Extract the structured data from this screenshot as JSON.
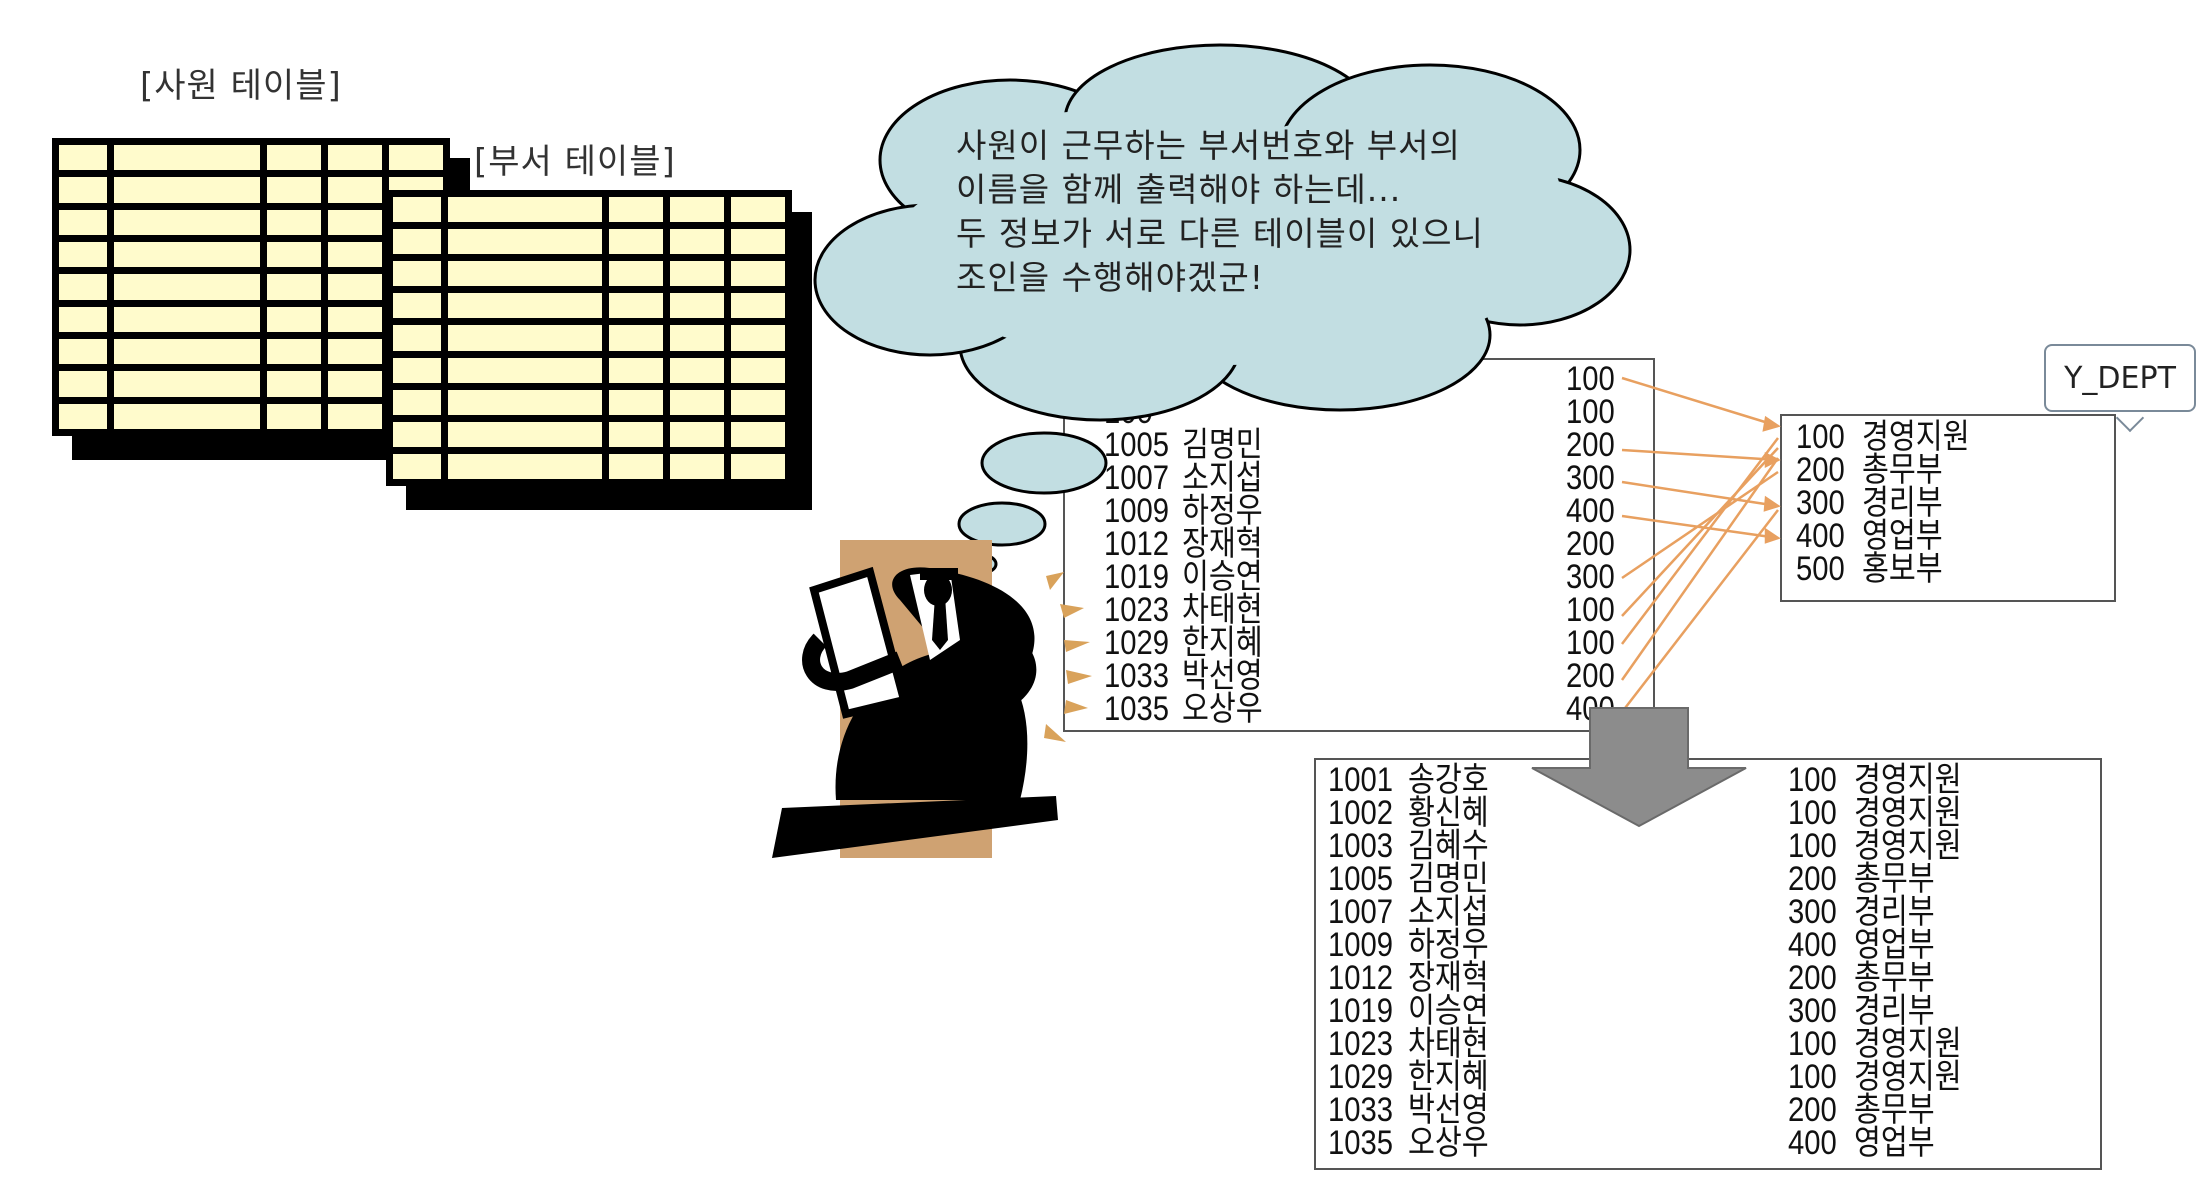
{
  "labels": {
    "employee_table": "[사원 테이블]",
    "department_table": "[부서 테이블]"
  },
  "thought": {
    "lines": [
      "사원이 근무하는 부서번호와 부서의",
      "이름을 함께 출력해야 하는데...",
      "두 정보가 서로 다른 테이블이 있으니",
      "조인을 수행해야겠군!"
    ]
  },
  "employees": {
    "rows": [
      {
        "id": "100",
        "name": "",
        "dept": "100"
      },
      {
        "id": "1005",
        "name": "김명민",
        "dept": "200"
      },
      {
        "id": "1007",
        "name": "소지섭",
        "dept": "300"
      },
      {
        "id": "1009",
        "name": "하정우",
        "dept": "400"
      },
      {
        "id": "1012",
        "name": "장재혁",
        "dept": "200"
      },
      {
        "id": "1019",
        "name": "이승연",
        "dept": "300"
      },
      {
        "id": "1023",
        "name": "차태현",
        "dept": "100"
      },
      {
        "id": "1029",
        "name": "한지혜",
        "dept": "100"
      },
      {
        "id": "1033",
        "name": "박선영",
        "dept": "200"
      },
      {
        "id": "1035",
        "name": "오상우",
        "dept": "400"
      }
    ],
    "top_dept": "100"
  },
  "departments": {
    "title": "Y_DEPT",
    "rows": [
      {
        "no": "100",
        "name": "경영지원"
      },
      {
        "no": "200",
        "name": "총무부"
      },
      {
        "no": "300",
        "name": "경리부"
      },
      {
        "no": "400",
        "name": "영업부"
      },
      {
        "no": "500",
        "name": "홍보부"
      }
    ]
  },
  "result": {
    "rows": [
      {
        "id": "1001",
        "name": "송강호",
        "dept": "100",
        "dname": "경영지원"
      },
      {
        "id": "1002",
        "name": "황신혜",
        "dept": "100",
        "dname": "경영지원"
      },
      {
        "id": "1003",
        "name": "김혜수",
        "dept": "100",
        "dname": "경영지원"
      },
      {
        "id": "1005",
        "name": "김명민",
        "dept": "200",
        "dname": "총무부"
      },
      {
        "id": "1007",
        "name": "소지섭",
        "dept": "300",
        "dname": "경리부"
      },
      {
        "id": "1009",
        "name": "하정우",
        "dept": "400",
        "dname": "영업부"
      },
      {
        "id": "1012",
        "name": "장재혁",
        "dept": "200",
        "dname": "총무부"
      },
      {
        "id": "1019",
        "name": "이승연",
        "dept": "300",
        "dname": "경리부"
      },
      {
        "id": "1023",
        "name": "차태현",
        "dept": "100",
        "dname": "경영지원"
      },
      {
        "id": "1029",
        "name": "한지혜",
        "dept": "100",
        "dname": "경영지원"
      },
      {
        "id": "1033",
        "name": "박선영",
        "dept": "200",
        "dname": "총무부"
      },
      {
        "id": "1035",
        "name": "오상우",
        "dept": "400",
        "dname": "영업부"
      }
    ]
  },
  "colors": {
    "bubble_fill": "#c2dee2",
    "table_cell": "#fffbcc",
    "arrow": "#e8a060",
    "figure_bg": "#cfa272"
  }
}
